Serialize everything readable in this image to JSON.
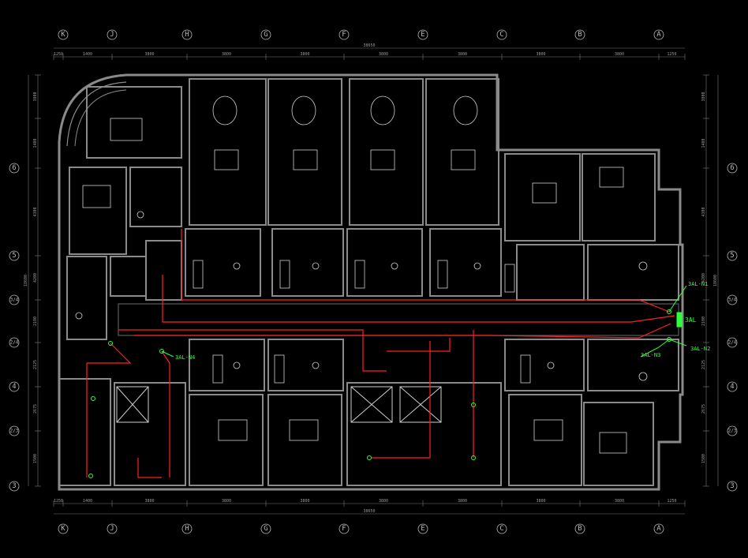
{
  "colors": {
    "background": "#000000",
    "wall": "#8a8a8a",
    "wall_fill": "#2a2a2a",
    "fixture": "#cfcfcf",
    "circuit": "#ff2020",
    "device": "#2cff3a",
    "dim": "#9a9a9a",
    "grid_bubble": "#b8b8b8"
  },
  "grid_columns": [
    "K",
    "J",
    "H",
    "G",
    "F",
    "E",
    "C",
    "B",
    "A"
  ],
  "grid_rows": [
    "6",
    "5",
    "3/4",
    "2/4",
    "4",
    "2/3",
    "3"
  ],
  "dimensions_top": {
    "overall": "38650",
    "segments": [
      "1250",
      "1400",
      "3800",
      "3800",
      "3800",
      "3800",
      "3800",
      "3800",
      "3800",
      "1250"
    ]
  },
  "dimensions_bottom": {
    "overall": "38650",
    "segments": [
      "1250",
      "1400",
      "3800",
      "3800",
      "3800",
      "3800",
      "3800",
      "3800",
      "3800",
      "1250"
    ]
  },
  "dimensions_left": {
    "overall": "18600",
    "segments": [
      "3800",
      "1400",
      "4300",
      "4200",
      "2100",
      "2125",
      "2675",
      "1500"
    ]
  },
  "dimensions_right": {
    "overall": "18600",
    "segments": [
      "3800",
      "1400",
      "4300",
      "4200",
      "2100",
      "2125",
      "2675",
      "1500"
    ]
  },
  "panel": {
    "label": "3AL"
  },
  "circuit_tags": [
    "3AL-N1",
    "3AL-N2",
    "3AL-N3",
    "3AL-N4"
  ],
  "icons": {
    "grid_bubble": "circle-grid-marker",
    "elevator": "elevator-shaft-cross",
    "device": "outlet-device-dot"
  }
}
